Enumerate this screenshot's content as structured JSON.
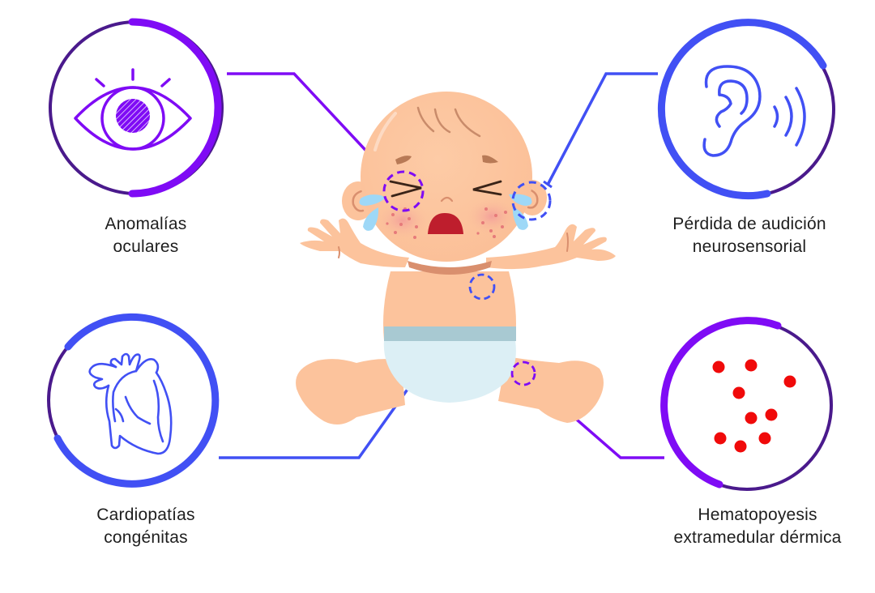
{
  "colors": {
    "purple": "#7F0BF5",
    "blue": "#4150F4",
    "dark_purple": "#4A1A8C",
    "red_dot": "#F00A0A",
    "skin": "#FCC39C",
    "skin_shadow": "#D98F6E",
    "diaper": "#DCEFF5",
    "diaper_band": "#A8C9D2",
    "tear": "#9ED8F7",
    "mouth": "#BE1E2D",
    "rash": "#EE8A8A",
    "text": "#1E1E1E"
  },
  "findings": [
    {
      "id": "eye",
      "icon": "eye-icon",
      "label_line1": "Anomalías",
      "label_line2": "oculares",
      "target": "eyes"
    },
    {
      "id": "ear",
      "icon": "ear-sound-icon",
      "label_line1": "Pérdida de audición",
      "label_line2": "neurosensorial",
      "target": "ear"
    },
    {
      "id": "heart",
      "icon": "heart-anatomy-icon",
      "label_line1": "Cardiopatías",
      "label_line2": "congénitas",
      "target": "chest"
    },
    {
      "id": "blood",
      "icon": "red-dots-icon",
      "label_line1": "Hematopoyesis",
      "label_line2": "extramedular dérmica",
      "target": "leg"
    }
  ]
}
